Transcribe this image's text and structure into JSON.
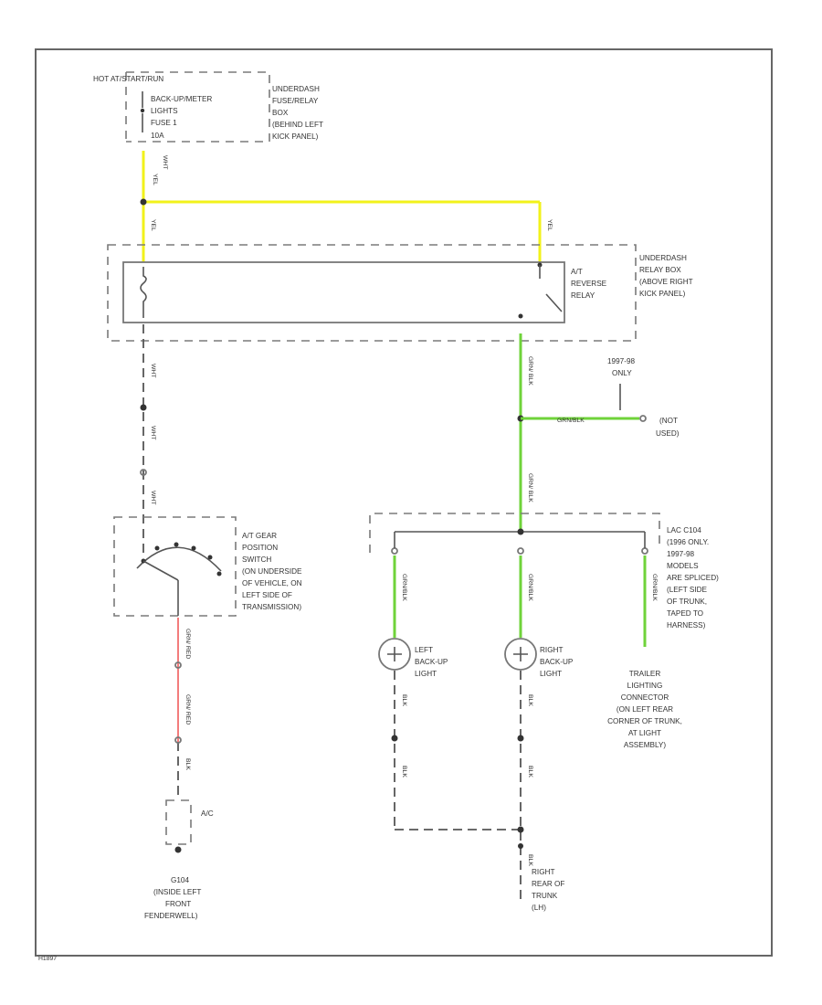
{
  "colors": {
    "frame": "#666666",
    "wire_yellow": "#f2f21a",
    "wire_green": "#6fd33a",
    "wire_red": "#ee4444"
  },
  "fuse_box": {
    "label": "HOT AT/START/RUN",
    "fuse_lines": [
      "BACK-UP/METER",
      "LIGHTS",
      "FUSE 1",
      "10A"
    ],
    "location_lines": [
      "UNDERDASH",
      "FUSE/RELAY",
      "BOX",
      "(BEHIND LEFT",
      "KICK PANEL)"
    ]
  },
  "relay_box": {
    "relay_lines": [
      "A/T",
      "REVERSE",
      "RELAY"
    ],
    "location_lines": [
      "UNDERDASH",
      "RELAY BOX",
      "(ABOVE RIGHT",
      "KICK PANEL)"
    ]
  },
  "gear_switch": {
    "lines": [
      "A/T GEAR",
      "POSITION",
      "SWITCH",
      "(ON UNDERSIDE",
      "OF VEHICLE, ON",
      "LEFT SIDE OF",
      "TRANSMISSION)"
    ]
  },
  "optional_circuit": {
    "note_lines": [
      "1997-98",
      "ONLY"
    ],
    "not_used_lines": [
      "(NOT",
      "USED)"
    ]
  },
  "splice": {
    "lines": [
      "LAC C104",
      "(1996 ONLY.",
      "1997-98",
      "MODELS",
      "ARE SPLICED)",
      "(LEFT SIDE",
      "OF TRUNK,",
      "TAPED TO",
      "HARNESS)"
    ]
  },
  "left_light": {
    "lines": [
      "LEFT",
      "BACK-UP",
      "LIGHT"
    ]
  },
  "right_light": {
    "lines": [
      "RIGHT",
      "BACK-UP",
      "LIGHT"
    ]
  },
  "trailer": {
    "lines": [
      "TRAILER",
      "LIGHTING",
      "CONNECTOR",
      "(ON LEFT REAR",
      "CORNER OF TRUNK,",
      "AT LIGHT",
      "ASSEMBLY)"
    ]
  },
  "ground_left": {
    "lines": [
      "G104",
      "(INSIDE LEFT",
      "FRONT",
      "FENDERWELL)"
    ],
    "tag": "A/C"
  },
  "ground_right": {
    "lines": [
      "RIGHT",
      "REAR OF",
      "TRUNK",
      "(LH)"
    ]
  },
  "footer": {
    "code": "H1897"
  },
  "wire_labels": {
    "yel_top": "YEL",
    "wht_1": "WHT",
    "yel_mid": "YEL",
    "yel_right": "YEL",
    "wht_2": "WHT",
    "wht_3": "WHT",
    "wht_4": "WHT",
    "grn_blk_1": "GRN/ BLK",
    "grn_blk_h": "GRN/BLK",
    "grn_blk_2": "GRN/ BLK",
    "grn_blk_l": "GRN/BLK",
    "grn_blk_c": "GRN/BLK",
    "grn_blk_r": "GRN/BLK",
    "grn_red_1": "GRN/ RED",
    "grn_red_2": "GRN/ RED",
    "blk_1": "BLK",
    "blk_l1": "BLK",
    "blk_l2": "BLK",
    "blk_c1": "BLK",
    "blk_c2": "BLK",
    "blk_c3": "BLK"
  }
}
